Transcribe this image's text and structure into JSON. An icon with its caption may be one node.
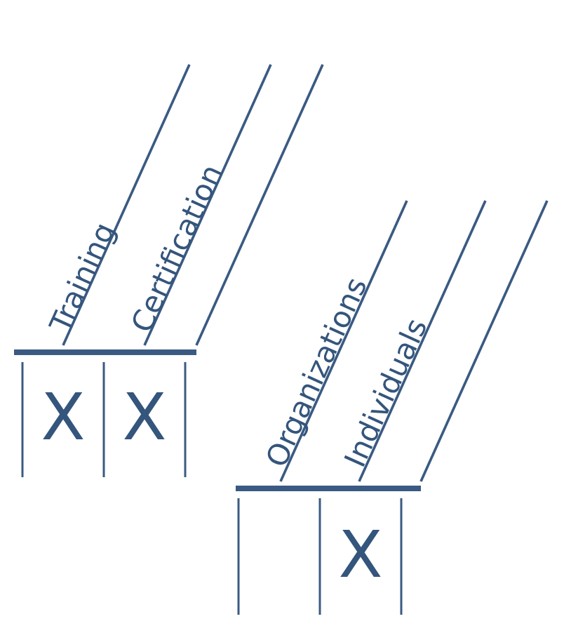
{
  "diagram": {
    "labels": [
      "Training",
      "Certification",
      "X",
      "X",
      "Organizations",
      "Individuals",
      "X"
    ]
  }
}
